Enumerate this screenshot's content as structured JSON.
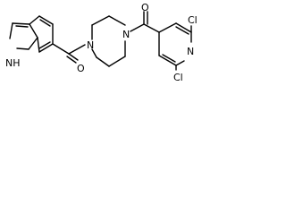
{
  "molecule": {
    "atoms": {
      "indole_nh": "NH",
      "piperazine_n_left": "N",
      "piperazine_n_right": "N",
      "carbonyl_o_left": "O",
      "carbonyl_o_right": "O",
      "pyridine_n": "N",
      "chlorine_top": "Cl",
      "chlorine_bottom": "Cl"
    }
  }
}
